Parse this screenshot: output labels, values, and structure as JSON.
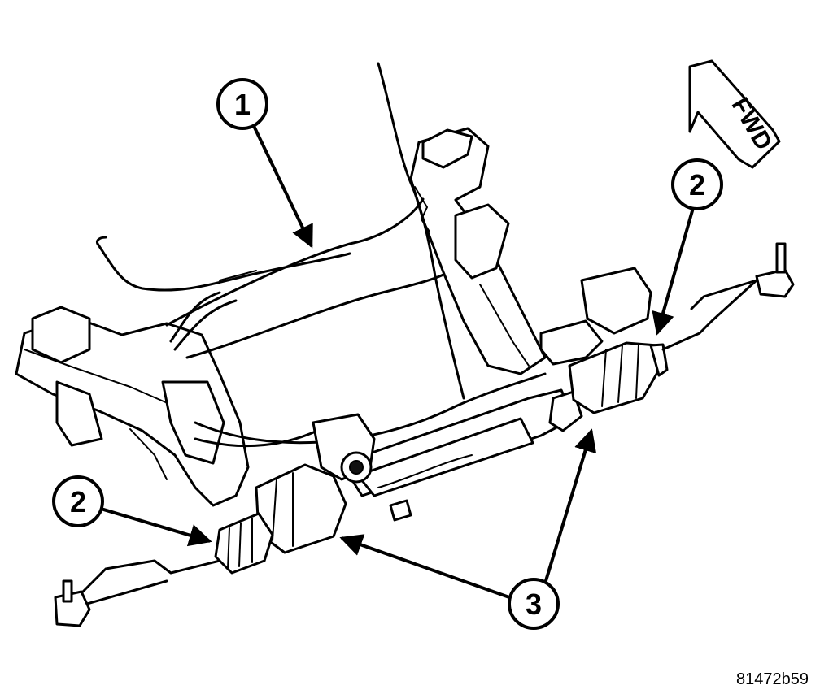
{
  "callouts": {
    "one": "1",
    "two_right": "2",
    "two_left": "2",
    "three": "3"
  },
  "direction_label": "FWD",
  "figure_id": "81472b59"
}
